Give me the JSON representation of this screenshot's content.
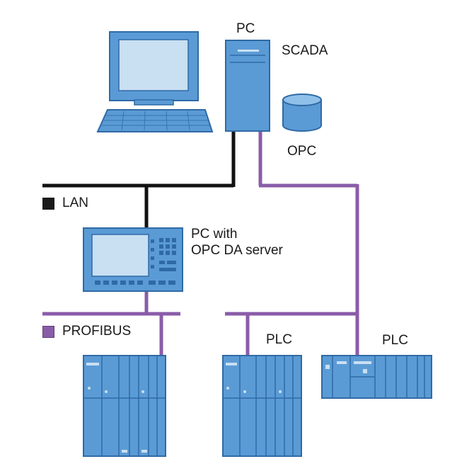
{
  "labels": {
    "pc": "PC",
    "scada": "SCADA",
    "opc": "OPC",
    "lan": "LAN",
    "pc_with_line1": "PC with",
    "pc_with_line2": "OPC DA server",
    "profibus": "PROFIBUS",
    "plc_middle": "PLC",
    "plc_right": "PLC"
  },
  "colors": {
    "lan_line": "#111111",
    "profibus_line": "#8a5ca8",
    "device_fill": "#5b9bd5",
    "device_stroke": "#2f6aa6",
    "screen_fill": "#c9dff2"
  },
  "icons": {
    "monitor": "monitor-icon",
    "keyboard": "keyboard-icon",
    "tower": "pc-tower-icon",
    "database": "database-icon",
    "panel_pc": "panel-pc-icon",
    "plc": "plc-rack-icon"
  }
}
